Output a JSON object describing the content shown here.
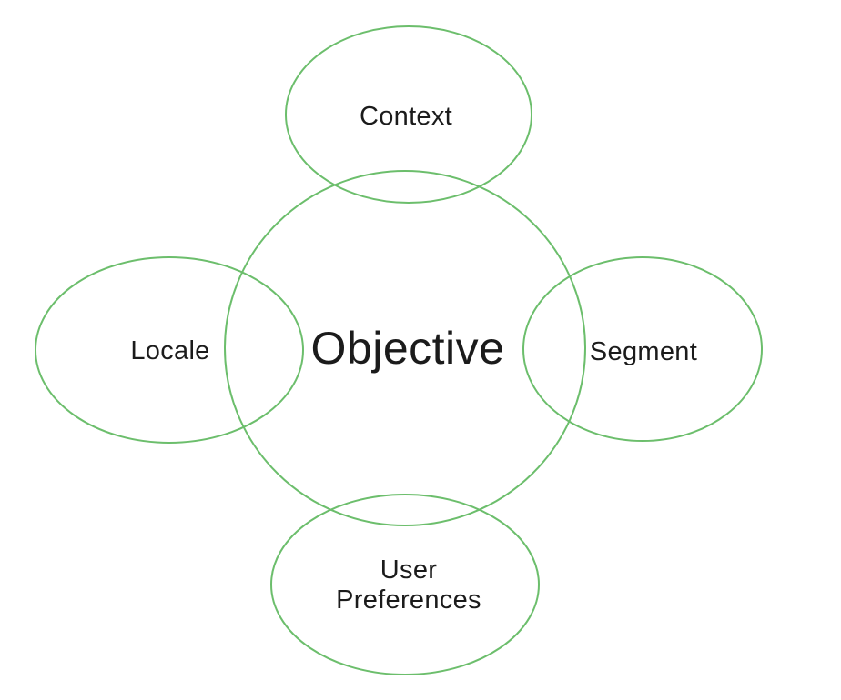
{
  "diagram": {
    "center_label": "Objective",
    "nodes": [
      {
        "label": "Context",
        "position": "top"
      },
      {
        "label": "Locale",
        "position": "left"
      },
      {
        "label": "Segment",
        "position": "right"
      },
      {
        "label": "User Preferences",
        "position": "bottom",
        "lines": [
          "User",
          "Preferences"
        ]
      }
    ],
    "colors": {
      "ellipse_stroke": "#6cbe6c",
      "label_text": "#1b1b1b",
      "background": "#ffffff"
    }
  }
}
